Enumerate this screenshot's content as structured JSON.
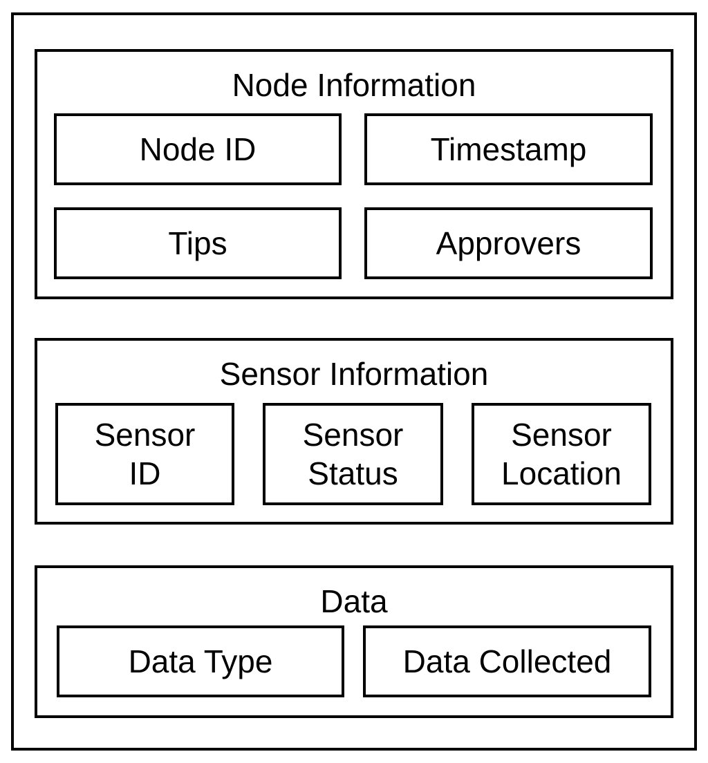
{
  "sections": {
    "node": {
      "title": "Node Information",
      "fields": [
        "Node ID",
        "Timestamp",
        "Tips",
        "Approvers"
      ]
    },
    "sensor": {
      "title": "Sensor Information",
      "fields": [
        {
          "line1": "Sensor",
          "line2": "ID"
        },
        {
          "line1": "Sensor",
          "line2": "Status"
        },
        {
          "line1": "Sensor",
          "line2": "Location"
        }
      ]
    },
    "data": {
      "title": "Data",
      "fields": [
        "Data Type",
        "Data Collected"
      ]
    }
  }
}
